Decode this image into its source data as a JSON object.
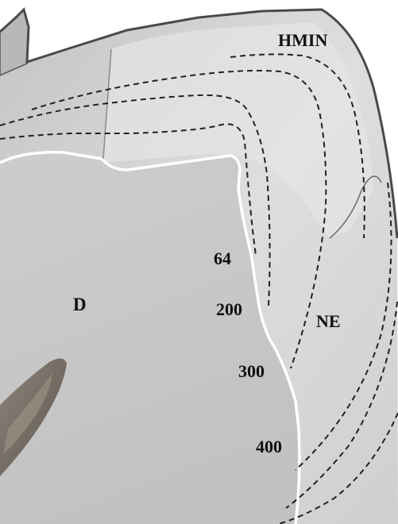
{
  "labels": {
    "hmin": "HMIN",
    "ne": "NE",
    "d": "D",
    "depth_64": "64",
    "depth_200": "200",
    "depth_300": "300",
    "depth_400": "400"
  },
  "colors": {
    "enamel": "#d9d9d9",
    "dentin": "#c8c8c8",
    "outline": "#4a4a4a",
    "junction": "#ffffff",
    "dashed": "#222222",
    "pulp": "#7a7068"
  }
}
